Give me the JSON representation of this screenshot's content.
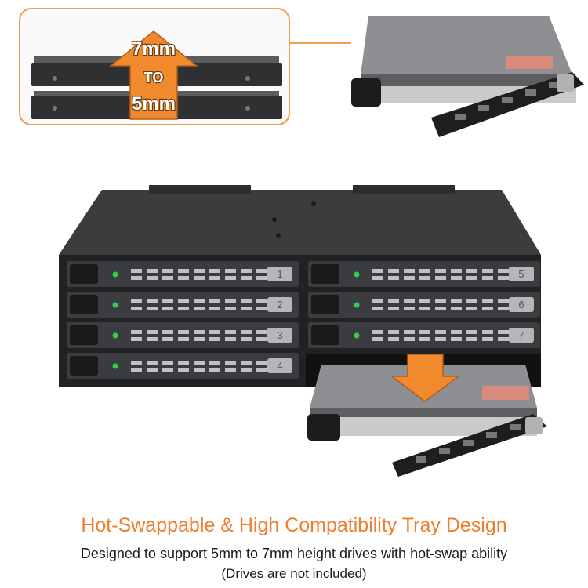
{
  "inset": {
    "arrow_top": "7mm",
    "arrow_mid": "TO",
    "arrow_bottom": "5mm"
  },
  "enclosure": {
    "bays": [
      {
        "number": "1"
      },
      {
        "number": "2"
      },
      {
        "number": "3"
      },
      {
        "number": "4"
      },
      {
        "number": "5"
      },
      {
        "number": "6"
      },
      {
        "number": "7"
      }
    ]
  },
  "caption": {
    "headline": "Hot-Swappable & High Compatibility Tray Design",
    "line1": "Designed to support 5mm to 7mm height drives with hot-swap ability",
    "line2": "(Drives are not included)"
  },
  "colors": {
    "accent": "#ef7e2f",
    "arrow": "#f08a2c",
    "led": "#2ed04a",
    "chassis": "#2a2c2e"
  }
}
